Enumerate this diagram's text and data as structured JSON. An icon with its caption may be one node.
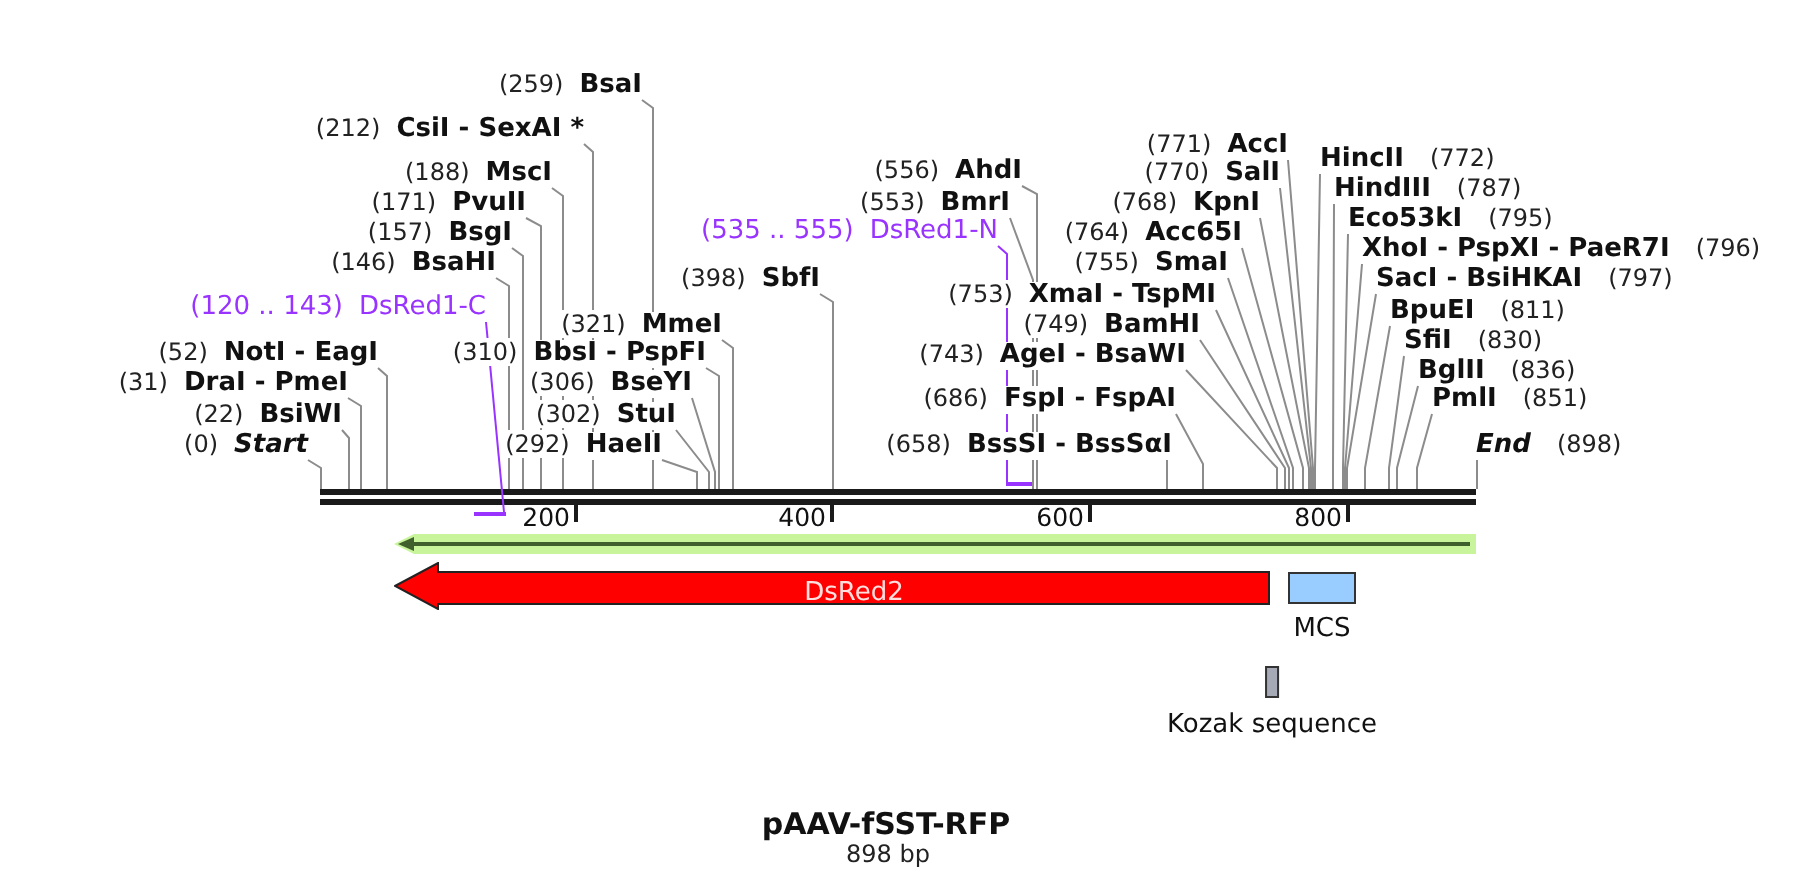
{
  "diagram": {
    "title": "pAAV-fSST-RFP",
    "caption": "898 bp",
    "nodes": [
      {
        "text": [
          "(0)",
          "Start"
        ]
      },
      {
        "text": [
          "(22)",
          "BsiWI"
        ]
      },
      {
        "text": [
          "(31)",
          "DraI - PmeI"
        ]
      },
      {
        "text": [
          "(52)",
          "NotI - EagI"
        ]
      },
      {
        "text": [
          "(120 .. 143)",
          "DsRed1-C"
        ]
      },
      {
        "text": [
          "(146)",
          "BsaHI"
        ]
      },
      {
        "text": [
          "(157)",
          "BsgI"
        ]
      },
      {
        "text": [
          "(171)",
          "PvuII"
        ]
      },
      {
        "text": [
          "(188)",
          "MscI"
        ]
      },
      {
        "text": [
          "(212)",
          "CsiI - SexAI *"
        ]
      },
      {
        "text": [
          "(259)",
          "BsaI"
        ]
      },
      {
        "text": [
          "(292)",
          "HaeII"
        ]
      },
      {
        "text": [
          "(302)",
          "StuI"
        ]
      },
      {
        "text": [
          "(306)",
          "BseYI"
        ]
      },
      {
        "text": [
          "(310)",
          "BbsI - PspFI"
        ]
      },
      {
        "text": [
          "(321)",
          "MmeI"
        ]
      },
      {
        "text": [
          "(398)",
          "SbfI"
        ]
      },
      {
        "text": [
          "(535 .. 555)",
          "DsRed1-N"
        ]
      },
      {
        "text": [
          "(553)",
          "BmrI"
        ]
      },
      {
        "text": [
          "(556)",
          "AhdI"
        ]
      },
      {
        "text": [
          "(658)",
          "BssSI - BssSαI"
        ]
      },
      {
        "text": [
          "(686)",
          "FspI - FspAI"
        ]
      },
      {
        "text": [
          "(743)",
          "AgeI - BsaWI"
        ]
      },
      {
        "text": [
          "(749)",
          "BamHI"
        ]
      },
      {
        "text": [
          "(753)",
          "XmaI - TspMI"
        ]
      },
      {
        "text": [
          "(755)",
          "SmaI"
        ]
      },
      {
        "text": [
          "(764)",
          "Acc65I"
        ]
      },
      {
        "text": [
          "(768)",
          "KpnI"
        ]
      },
      {
        "text": [
          "(770)",
          "SalI"
        ]
      },
      {
        "text": [
          "(771)",
          "AccI"
        ]
      },
      {
        "text": [
          "HincII",
          "(772)"
        ]
      },
      {
        "text": [
          "HindIII",
          "(787)"
        ]
      },
      {
        "text": [
          "Eco53kI",
          "(795)"
        ]
      },
      {
        "text": [
          "XhoI - PspXI - PaeR7I",
          "(796)"
        ]
      },
      {
        "text": [
          "SacI - BsiHKAI",
          "(797)"
        ]
      },
      {
        "text": [
          "BpuEI",
          "(811)"
        ]
      },
      {
        "text": [
          "SfiI",
          "(830)"
        ]
      },
      {
        "text": [
          "BglII",
          "(836)"
        ]
      },
      {
        "text": [
          "PmlI",
          "(851)"
        ]
      },
      {
        "text": [
          "End",
          "(898)"
        ]
      },
      {
        "text": [],
        "shape": "bar"
      },
      {
        "text": [],
        "shape": "bar"
      },
      {
        "text": [],
        "shape": "bar"
      },
      {
        "text": [],
        "shape": "arrow"
      },
      {
        "text": [
          "DsRed2"
        ]
      },
      {
        "text": [
          "MCS"
        ]
      },
      {
        "text": [
          "Kozak sequence"
        ]
      }
    ],
    "edges": [
      {
        "from": 0,
        "to": 40,
        "arrow": "none"
      },
      {
        "from": 1,
        "to": 40,
        "arrow": "none"
      },
      {
        "from": 2,
        "to": 40,
        "arrow": "none"
      },
      {
        "from": 3,
        "to": 40,
        "arrow": "none"
      },
      {
        "from": 4,
        "to": 41,
        "arrow": "none",
        "color": "#9933ff"
      },
      {
        "from": 5,
        "to": 40,
        "arrow": "none"
      },
      {
        "from": 6,
        "to": 40,
        "arrow": "none"
      },
      {
        "from": 7,
        "to": 40,
        "arrow": "none"
      },
      {
        "from": 8,
        "to": 40,
        "arrow": "none"
      },
      {
        "from": 9,
        "to": 40,
        "arrow": "none"
      },
      {
        "from": 10,
        "to": 40,
        "arrow": "none"
      },
      {
        "from": 11,
        "to": 40,
        "arrow": "none"
      },
      {
        "from": 12,
        "to": 40,
        "arrow": "none"
      },
      {
        "from": 13,
        "to": 40,
        "arrow": "none"
      },
      {
        "from": 14,
        "to": 40,
        "arrow": "none"
      },
      {
        "from": 15,
        "to": 40,
        "arrow": "none"
      },
      {
        "from": 16,
        "to": 40,
        "arrow": "none"
      },
      {
        "from": 17,
        "to": 42,
        "arrow": "none",
        "color": "#9933ff"
      },
      {
        "from": 18,
        "to": 40,
        "arrow": "none"
      },
      {
        "from": 19,
        "to": 40,
        "arrow": "none"
      },
      {
        "from": 20,
        "to": 40,
        "arrow": "none"
      },
      {
        "from": 21,
        "to": 40,
        "arrow": "none"
      },
      {
        "from": 22,
        "to": 40,
        "arrow": "none"
      },
      {
        "from": 23,
        "to": 40,
        "arrow": "none"
      },
      {
        "from": 24,
        "to": 40,
        "arrow": "none"
      },
      {
        "from": 25,
        "to": 40,
        "arrow": "none"
      },
      {
        "from": 26,
        "to": 40,
        "arrow": "none"
      },
      {
        "from": 27,
        "to": 40,
        "arrow": "none"
      },
      {
        "from": 28,
        "to": 40,
        "arrow": "none"
      },
      {
        "from": 29,
        "to": 40,
        "arrow": "none"
      },
      {
        "from": 30,
        "to": 40,
        "arrow": "none"
      },
      {
        "from": 31,
        "to": 40,
        "arrow": "none"
      },
      {
        "from": 32,
        "to": 40,
        "arrow": "none"
      },
      {
        "from": 33,
        "to": 40,
        "arrow": "none"
      },
      {
        "from": 34,
        "to": 40,
        "arrow": "none"
      },
      {
        "from": 35,
        "to": 40,
        "arrow": "none"
      },
      {
        "from": 36,
        "to": 40,
        "arrow": "none"
      },
      {
        "from": 37,
        "to": 40,
        "arrow": "none"
      },
      {
        "from": 38,
        "to": 40,
        "arrow": "none"
      },
      {
        "from": 39,
        "to": 40,
        "arrow": "none"
      }
    ],
    "labels": [
      "200",
      "400",
      "600",
      "800"
    ]
  }
}
